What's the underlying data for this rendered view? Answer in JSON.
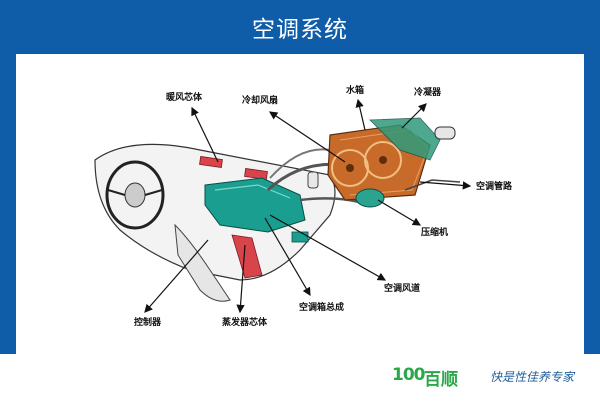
{
  "title": "空调系统",
  "labels": {
    "heater_core": "暖风芯体",
    "cooling_fan": "冷却风扇",
    "radiator": "水箱",
    "condenser": "冷凝器",
    "ac_pipe": "空调管路",
    "compressor": "压缩机",
    "ac_duct": "空调风道",
    "ac_box": "空调箱总成",
    "evaporator_core": "蒸发器芯体",
    "controller": "控制器"
  },
  "footer": {
    "brand_number": "100",
    "brand_name": "百顺",
    "slogan": "快是性佳养专家"
  },
  "colors": {
    "background": "#0f5ca8",
    "panel": "#ffffff",
    "brand_green": "#2aa84a",
    "slogan_blue": "#1f5e9b",
    "teal_part": "#1a9e8f",
    "red_part": "#d9434a",
    "copper": "#c86b2a"
  }
}
